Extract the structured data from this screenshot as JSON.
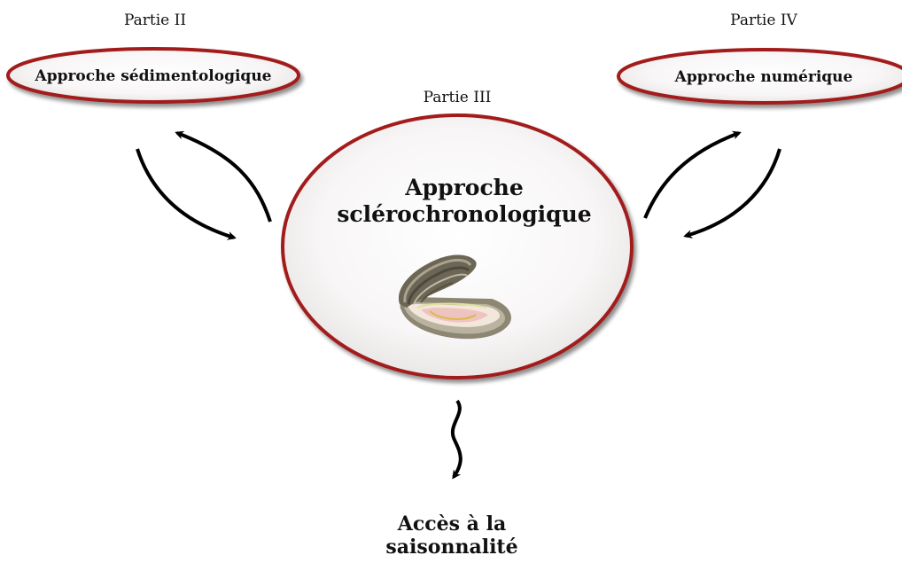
{
  "left_node": {
    "part": "Partie II",
    "label": "Approche sédimentologique"
  },
  "center_node": {
    "part": "Partie III",
    "label_line1": "Approche",
    "label_line2": "sclérochronologique",
    "icon": "shell-icon"
  },
  "right_node": {
    "part": "Partie IV",
    "label": "Approche numérique"
  },
  "result": {
    "label_line1": "Accès à la",
    "label_line2": "saisonnalité"
  },
  "colors": {
    "ellipse_stroke": "#a21c1c",
    "ellipse_fill_center": "#ffffff",
    "ellipse_fill_edge": "#e9e5e5",
    "arrow": "#000000",
    "text": "#111111"
  }
}
